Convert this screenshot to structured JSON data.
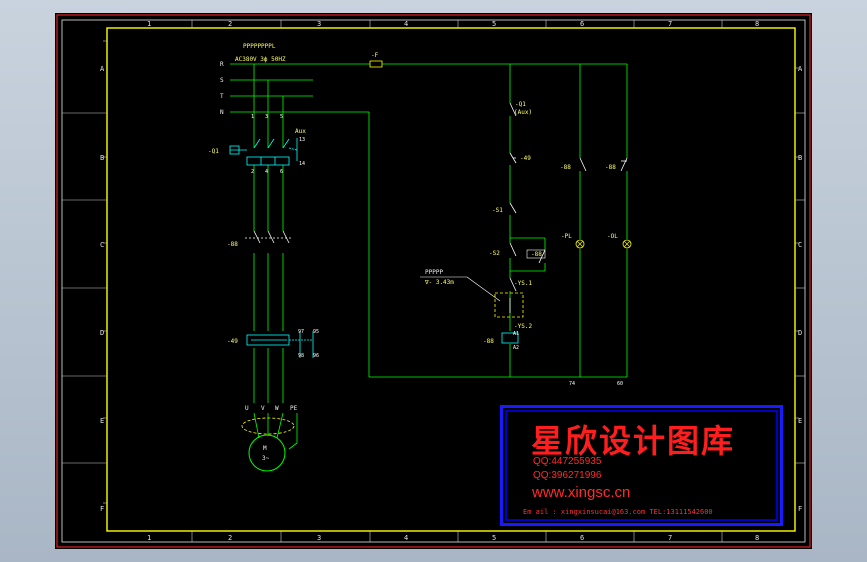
{
  "ruler": {
    "top": [
      "1",
      "2",
      "3",
      "4",
      "5",
      "6",
      "7",
      "8"
    ],
    "bottom": [
      "1",
      "2",
      "3",
      "4",
      "5",
      "6",
      "7",
      "8"
    ],
    "left": [
      "A",
      "B",
      "C",
      "D",
      "E",
      "F"
    ],
    "right": [
      "A",
      "B",
      "C",
      "D",
      "E",
      "F"
    ]
  },
  "power": {
    "header": "PPPPPPPPL",
    "supply": "AC380V   3ϕ   50HZ",
    "phases": [
      "R",
      "S",
      "T",
      "N"
    ],
    "fuse": "-F"
  },
  "components": {
    "q1": "-Q1",
    "aux": "Aux",
    "k88_main": "-88",
    "relay49": "-49",
    "motor_m": "M",
    "motor_phase": "3~",
    "terminals": [
      "U",
      "V",
      "W",
      "PE"
    ],
    "contact_nums": [
      "1",
      "3",
      "5",
      "2",
      "4",
      "6",
      "97",
      "98",
      "95",
      "96",
      "13",
      "14"
    ]
  },
  "control": {
    "q1_aux": "-Q1",
    "q1_aux_sub": "(Aux)",
    "k49": "-49",
    "s1": "-S1",
    "s2": "-S2",
    "k88_hold": "-88",
    "k88_lamp": "-88",
    "k88_lamp2": "-88",
    "pl": "-PL",
    "ol": "-OL",
    "float_label": "PPPPP",
    "level": "∇- 3.43m",
    "ys1": "-YS.1",
    "ys2": "-YS.2",
    "coil": "-88",
    "coil_a1": "A1",
    "coil_a2": "A2",
    "bottom_nums": [
      "74",
      "60"
    ]
  },
  "stamp": {
    "title": "星欣设计图库",
    "qq1": "QQ:447255935",
    "qq2": "QQ:396271996",
    "website": "www.xingsc.cn",
    "email": "Em ail :  xingxinsucai@163.com   TEL:13111542600"
  }
}
